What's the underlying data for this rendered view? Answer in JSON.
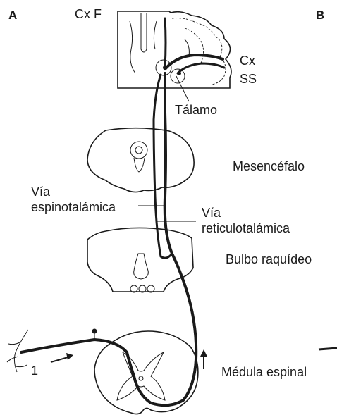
{
  "labels": {
    "panel_a": "A",
    "panel_b": "B",
    "cx_f": "Cx F",
    "cx": "Cx",
    "ss": "SS",
    "talamo": "Tálamo",
    "mesencefalo": "Mesencéfalo",
    "via_left": "Vía",
    "espinotalamica": "espinotalámica",
    "via_right": "Vía",
    "reticulotalamica": "reticulotalámica",
    "bulbo": "Bulbo raquídeo",
    "medula": "Médula espinal",
    "fiber_number": "1"
  }
}
